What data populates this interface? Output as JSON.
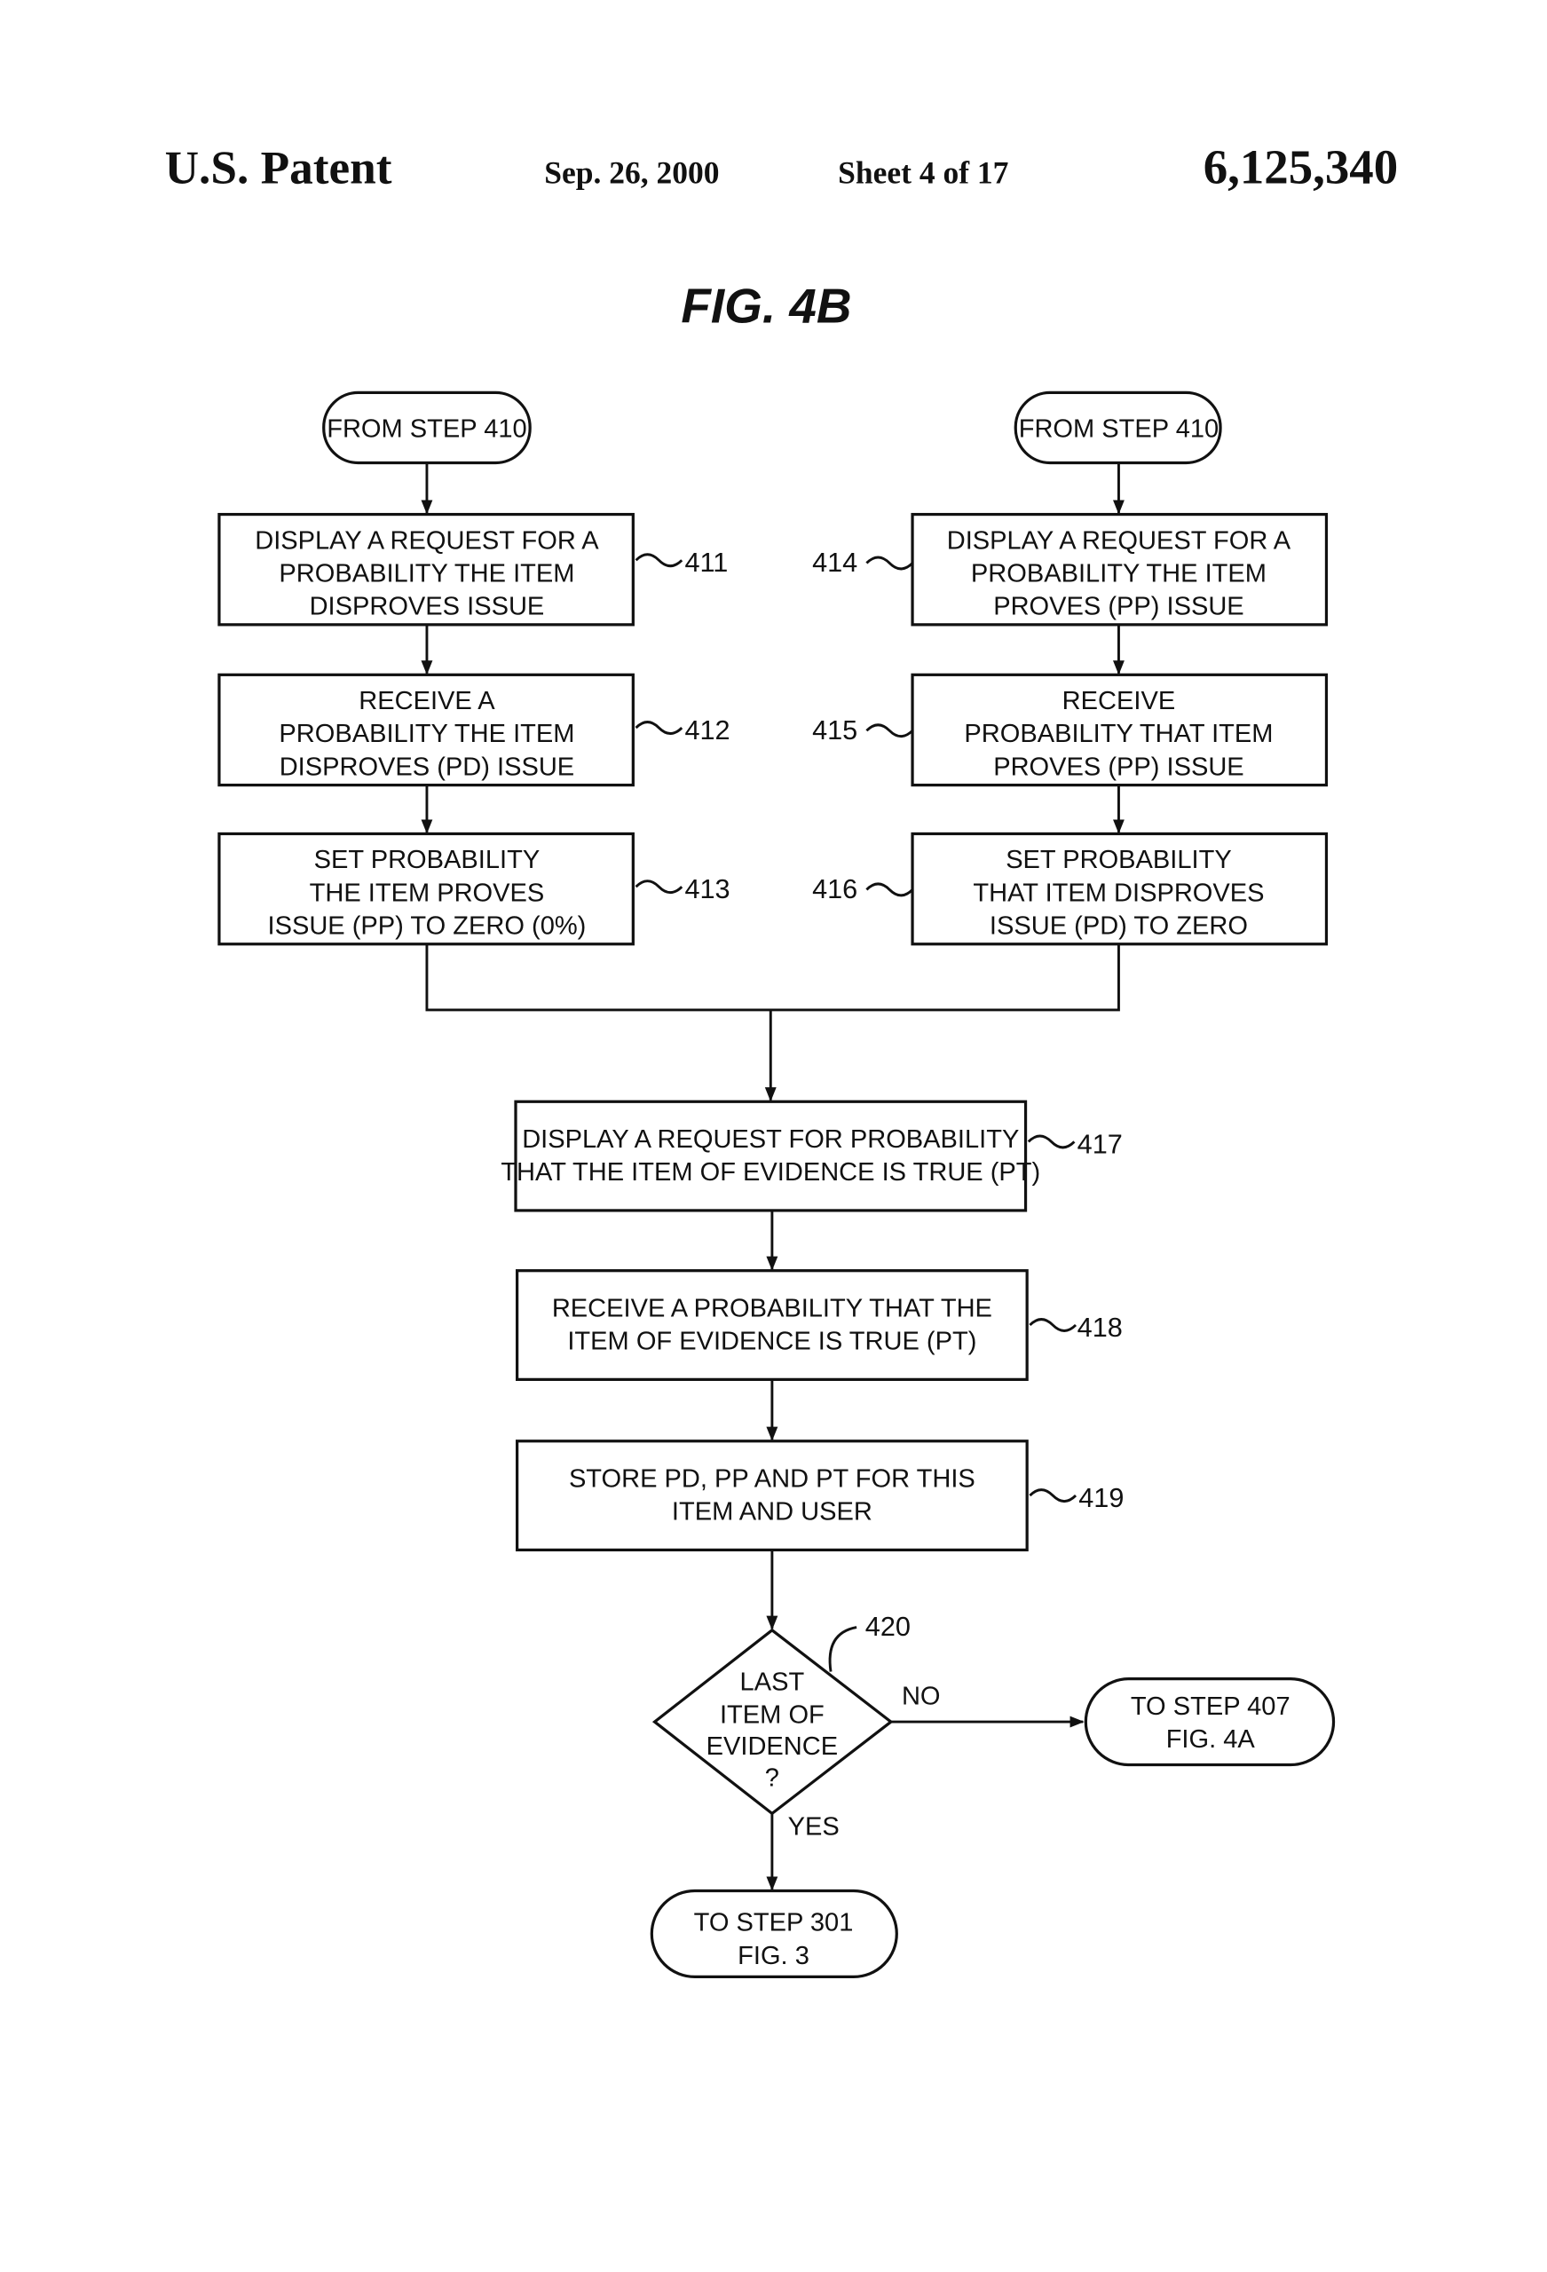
{
  "header": {
    "left": "U.S. Patent",
    "date": "Sep. 26, 2000",
    "sheet": "Sheet 4 of 17",
    "patent_number": "6,125,340"
  },
  "figure_title": "FIG. 4B",
  "left_branch": {
    "start": "FROM STEP 410",
    "steps": [
      {
        "ref": "411",
        "lines": [
          "DISPLAY A REQUEST FOR A",
          "PROBABILITY THE ITEM",
          "DISPROVES ISSUE"
        ]
      },
      {
        "ref": "412",
        "lines": [
          "RECEIVE A",
          "PROBABILITY THE ITEM",
          "DISPROVES (PD) ISSUE"
        ]
      },
      {
        "ref": "413",
        "lines": [
          "SET PROBABILITY",
          "THE ITEM PROVES",
          "ISSUE (PP) TO ZERO (0%)"
        ]
      }
    ]
  },
  "right_branch": {
    "start": "FROM STEP 410",
    "steps": [
      {
        "ref": "414",
        "lines": [
          "DISPLAY A REQUEST FOR A",
          "PROBABILITY THE ITEM",
          "PROVES (PP) ISSUE"
        ]
      },
      {
        "ref": "415",
        "lines": [
          "RECEIVE",
          "PROBABILITY THAT ITEM",
          "PROVES (PP) ISSUE"
        ]
      },
      {
        "ref": "416",
        "lines": [
          "SET PROBABILITY",
          "THAT ITEM DISPROVES",
          "ISSUE (PD) TO ZERO"
        ]
      }
    ]
  },
  "main_steps": [
    {
      "ref": "417",
      "lines": [
        "DISPLAY A REQUEST FOR PROBABILITY",
        "THAT THE ITEM OF EVIDENCE IS TRUE (PT)"
      ]
    },
    {
      "ref": "418",
      "lines": [
        "RECEIVE A PROBABILITY THAT THE",
        "ITEM OF EVIDENCE IS TRUE (PT)"
      ]
    },
    {
      "ref": "419",
      "lines": [
        "STORE PD, PP AND PT FOR THIS",
        "ITEM AND USER"
      ]
    }
  ],
  "decision": {
    "ref": "420",
    "lines": [
      "LAST",
      "ITEM OF",
      "EVIDENCE",
      "?"
    ],
    "no_label": "NO",
    "yes_label": "YES"
  },
  "no_terminal": [
    "TO STEP 407",
    "FIG. 4A"
  ],
  "yes_terminal": [
    "TO STEP 301",
    "FIG. 3"
  ]
}
